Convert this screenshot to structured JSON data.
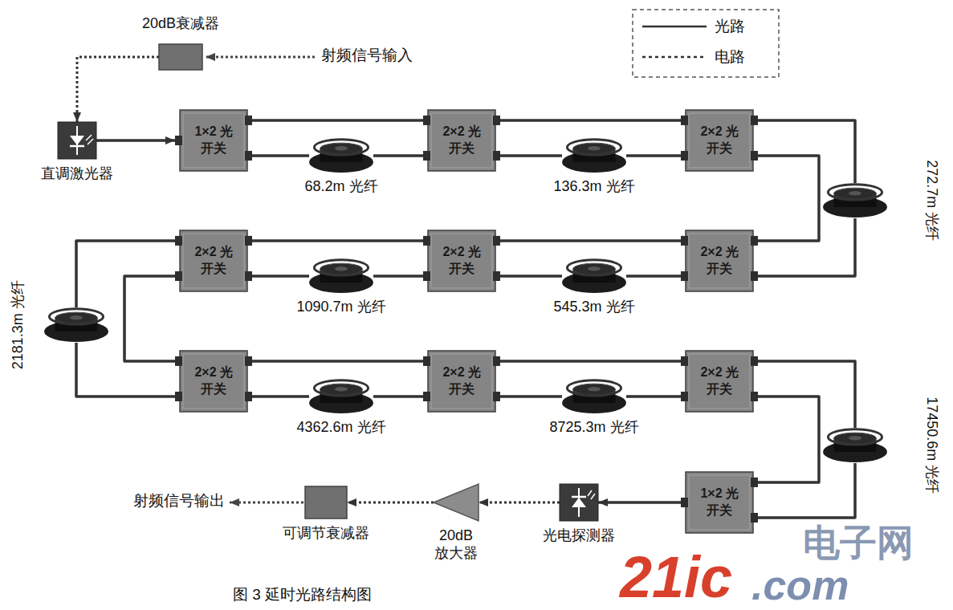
{
  "diagram": {
    "caption": "图 3 延时光路结构图",
    "nodes": [
      {
        "text": [
          "20dB衰减器"
        ]
      },
      {
        "text": [
          "直调激光器"
        ]
      },
      {
        "text": [
          "1×2 光开关"
        ]
      },
      {
        "text": [
          "68.2m 光纤"
        ]
      },
      {
        "text": [
          "2×2 光开关"
        ]
      },
      {
        "text": [
          "136.3m 光纤"
        ]
      },
      {
        "text": [
          "2×2 光开关"
        ]
      },
      {
        "text": [
          "272.7m 光纤"
        ]
      },
      {
        "text": [
          "2×2 光开关"
        ]
      },
      {
        "text": [
          "545.3m 光纤"
        ]
      },
      {
        "text": [
          "2×2 光开关"
        ]
      },
      {
        "text": [
          "1090.7m 光纤"
        ]
      },
      {
        "text": [
          "2×2 光开关"
        ]
      },
      {
        "text": [
          "2181.3m 光纤"
        ]
      },
      {
        "text": [
          "2×2 光开关"
        ]
      },
      {
        "text": [
          "4362.6m 光纤"
        ]
      },
      {
        "text": [
          "2×2 光开关"
        ]
      },
      {
        "text": [
          "8725.3m 光纤"
        ]
      },
      {
        "text": [
          "2×2 光开关"
        ]
      },
      {
        "text": [
          "17450.6m 光纤"
        ]
      },
      {
        "text": [
          "1×2 光开关"
        ]
      },
      {
        "text": [
          "光电探测器"
        ]
      },
      {
        "text": [
          "20dB 放大器"
        ]
      },
      {
        "text": [
          "可调节衰减器"
        ]
      }
    ],
    "edges": [
      {
        "from": 0,
        "to": 1,
        "arrow": "to"
      },
      {
        "from": 1,
        "to": 2,
        "arrow": "to"
      },
      {
        "from": 2,
        "to": 4,
        "arrow": "none"
      },
      {
        "from": 2,
        "to": 3,
        "arrow": "none"
      },
      {
        "from": 3,
        "to": 4,
        "arrow": "none"
      },
      {
        "from": 4,
        "to": 6,
        "arrow": "none"
      },
      {
        "from": 4,
        "to": 5,
        "arrow": "none"
      },
      {
        "from": 5,
        "to": 6,
        "arrow": "none"
      },
      {
        "from": 6,
        "to": 7,
        "arrow": "none"
      },
      {
        "from": 7,
        "to": 8,
        "arrow": "none"
      },
      {
        "from": 6,
        "to": 8,
        "arrow": "none"
      },
      {
        "from": 8,
        "to": 10,
        "arrow": "none"
      },
      {
        "from": 8,
        "to": 9,
        "arrow": "none"
      },
      {
        "from": 9,
        "to": 10,
        "arrow": "none"
      },
      {
        "from": 10,
        "to": 12,
        "arrow": "none"
      },
      {
        "from": 10,
        "to": 11,
        "arrow": "none"
      },
      {
        "from": 11,
        "to": 12,
        "arrow": "none"
      },
      {
        "from": 12,
        "to": 13,
        "arrow": "none"
      },
      {
        "from": 13,
        "to": 14,
        "arrow": "none"
      },
      {
        "from": 12,
        "to": 14,
        "arrow": "none"
      },
      {
        "from": 14,
        "to": 16,
        "arrow": "none"
      },
      {
        "from": 14,
        "to": 15,
        "arrow": "none"
      },
      {
        "from": 15,
        "to": 16,
        "arrow": "none"
      },
      {
        "from": 16,
        "to": 18,
        "arrow": "none"
      },
      {
        "from": 16,
        "to": 17,
        "arrow": "none"
      },
      {
        "from": 17,
        "to": 18,
        "arrow": "none"
      },
      {
        "from": 18,
        "to": 19,
        "arrow": "none"
      },
      {
        "from": 19,
        "to": 20,
        "arrow": "none"
      },
      {
        "from": 18,
        "to": 20,
        "arrow": "none"
      },
      {
        "from": 20,
        "to": 21,
        "arrow": "to"
      },
      {
        "from": 21,
        "to": 22,
        "arrow": "to"
      },
      {
        "from": 22,
        "to": 23,
        "arrow": "to"
      }
    ],
    "labels": [
      "射频信号输入",
      "射频信号输出",
      "21ic",
      ".com",
      "电子网"
    ],
    "legend": [
      {
        "text": "光路"
      },
      {
        "text": "电路"
      }
    ]
  }
}
